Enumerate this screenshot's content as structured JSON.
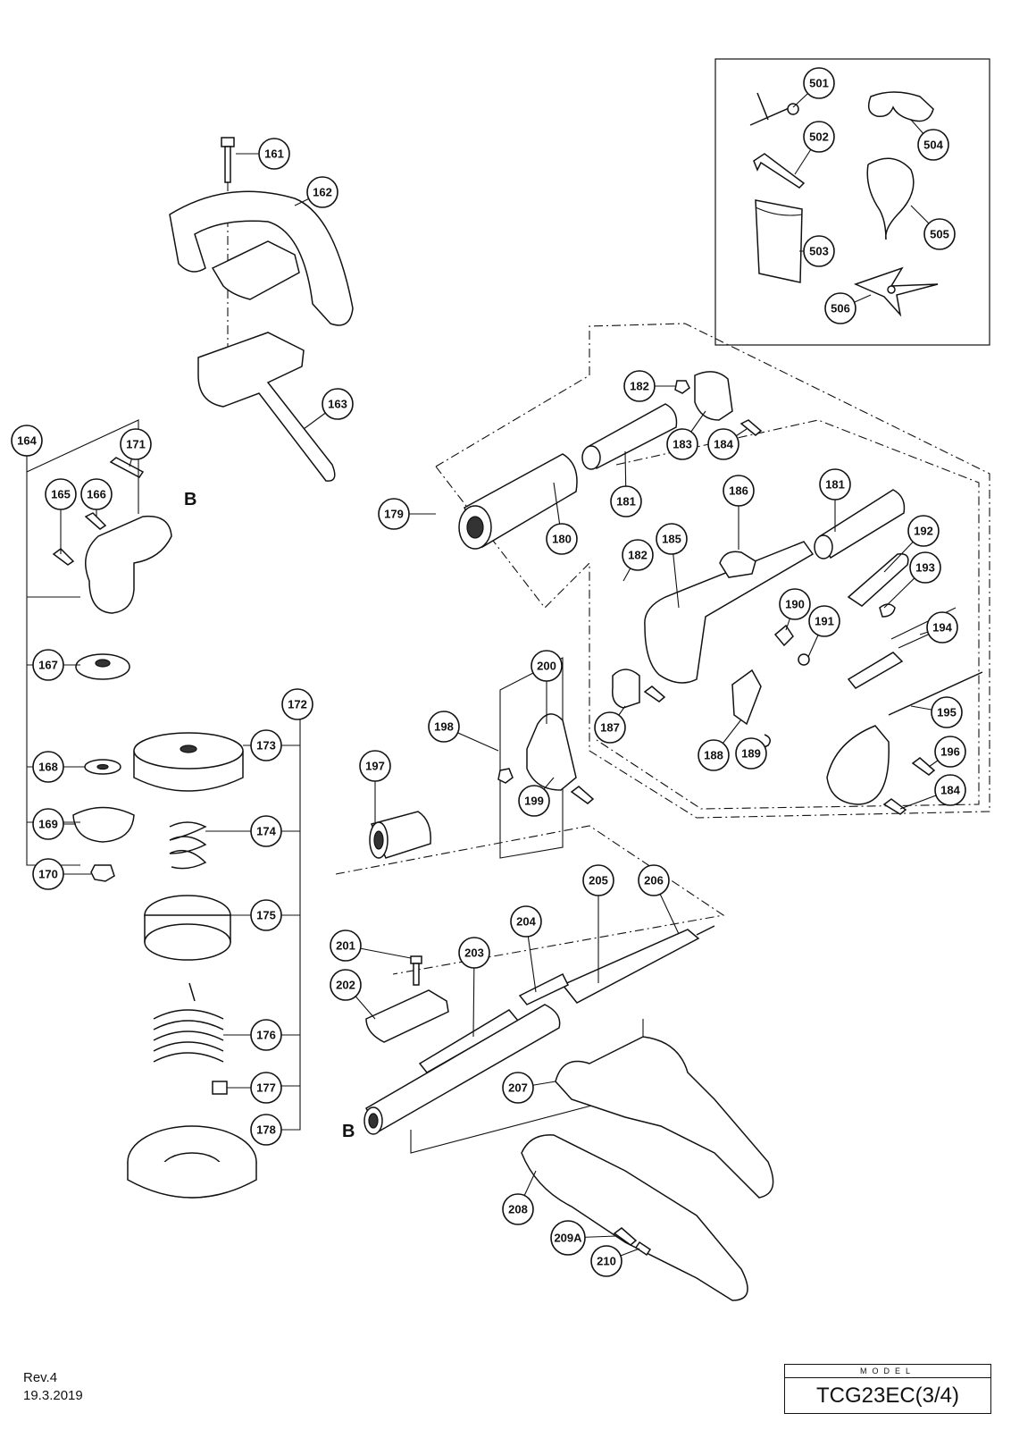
{
  "callouts": [
    {
      "label": "161"
    },
    {
      "label": "162"
    },
    {
      "label": "163"
    },
    {
      "label": "164"
    },
    {
      "label": "165"
    },
    {
      "label": "166"
    },
    {
      "label": "171"
    },
    {
      "label": "167"
    },
    {
      "label": "168"
    },
    {
      "label": "169"
    },
    {
      "label": "170"
    },
    {
      "label": "172"
    },
    {
      "label": "173"
    },
    {
      "label": "174"
    },
    {
      "label": "175"
    },
    {
      "label": "176"
    },
    {
      "label": "177"
    },
    {
      "label": "178"
    },
    {
      "label": "179"
    },
    {
      "label": "180"
    },
    {
      "label": "181"
    },
    {
      "label": "182"
    },
    {
      "label": "183"
    },
    {
      "label": "184"
    },
    {
      "label": "186"
    },
    {
      "label": "181"
    },
    {
      "label": "185"
    },
    {
      "label": "182"
    },
    {
      "label": "192"
    },
    {
      "label": "193"
    },
    {
      "label": "190"
    },
    {
      "label": "191"
    },
    {
      "label": "194"
    },
    {
      "label": "200"
    },
    {
      "label": "198"
    },
    {
      "label": "187"
    },
    {
      "label": "188"
    },
    {
      "label": "189"
    },
    {
      "label": "195"
    },
    {
      "label": "196"
    },
    {
      "label": "184"
    },
    {
      "label": "197"
    },
    {
      "label": "199"
    },
    {
      "label": "205"
    },
    {
      "label": "206"
    },
    {
      "label": "204"
    },
    {
      "label": "201"
    },
    {
      "label": "203"
    },
    {
      "label": "202"
    },
    {
      "label": "207"
    },
    {
      "label": "208"
    },
    {
      "label": "209A"
    },
    {
      "label": "210"
    },
    {
      "label": "501"
    },
    {
      "label": "504"
    },
    {
      "label": "502"
    },
    {
      "label": "505"
    },
    {
      "label": "503"
    },
    {
      "label": "506"
    }
  ],
  "section_markers": {
    "top": "B",
    "bottom": "B"
  },
  "revision": {
    "rev": "Rev.4",
    "date": "19.3.2019"
  },
  "model": {
    "label": "MODEL",
    "value": "TCG23EC(3/4)"
  }
}
